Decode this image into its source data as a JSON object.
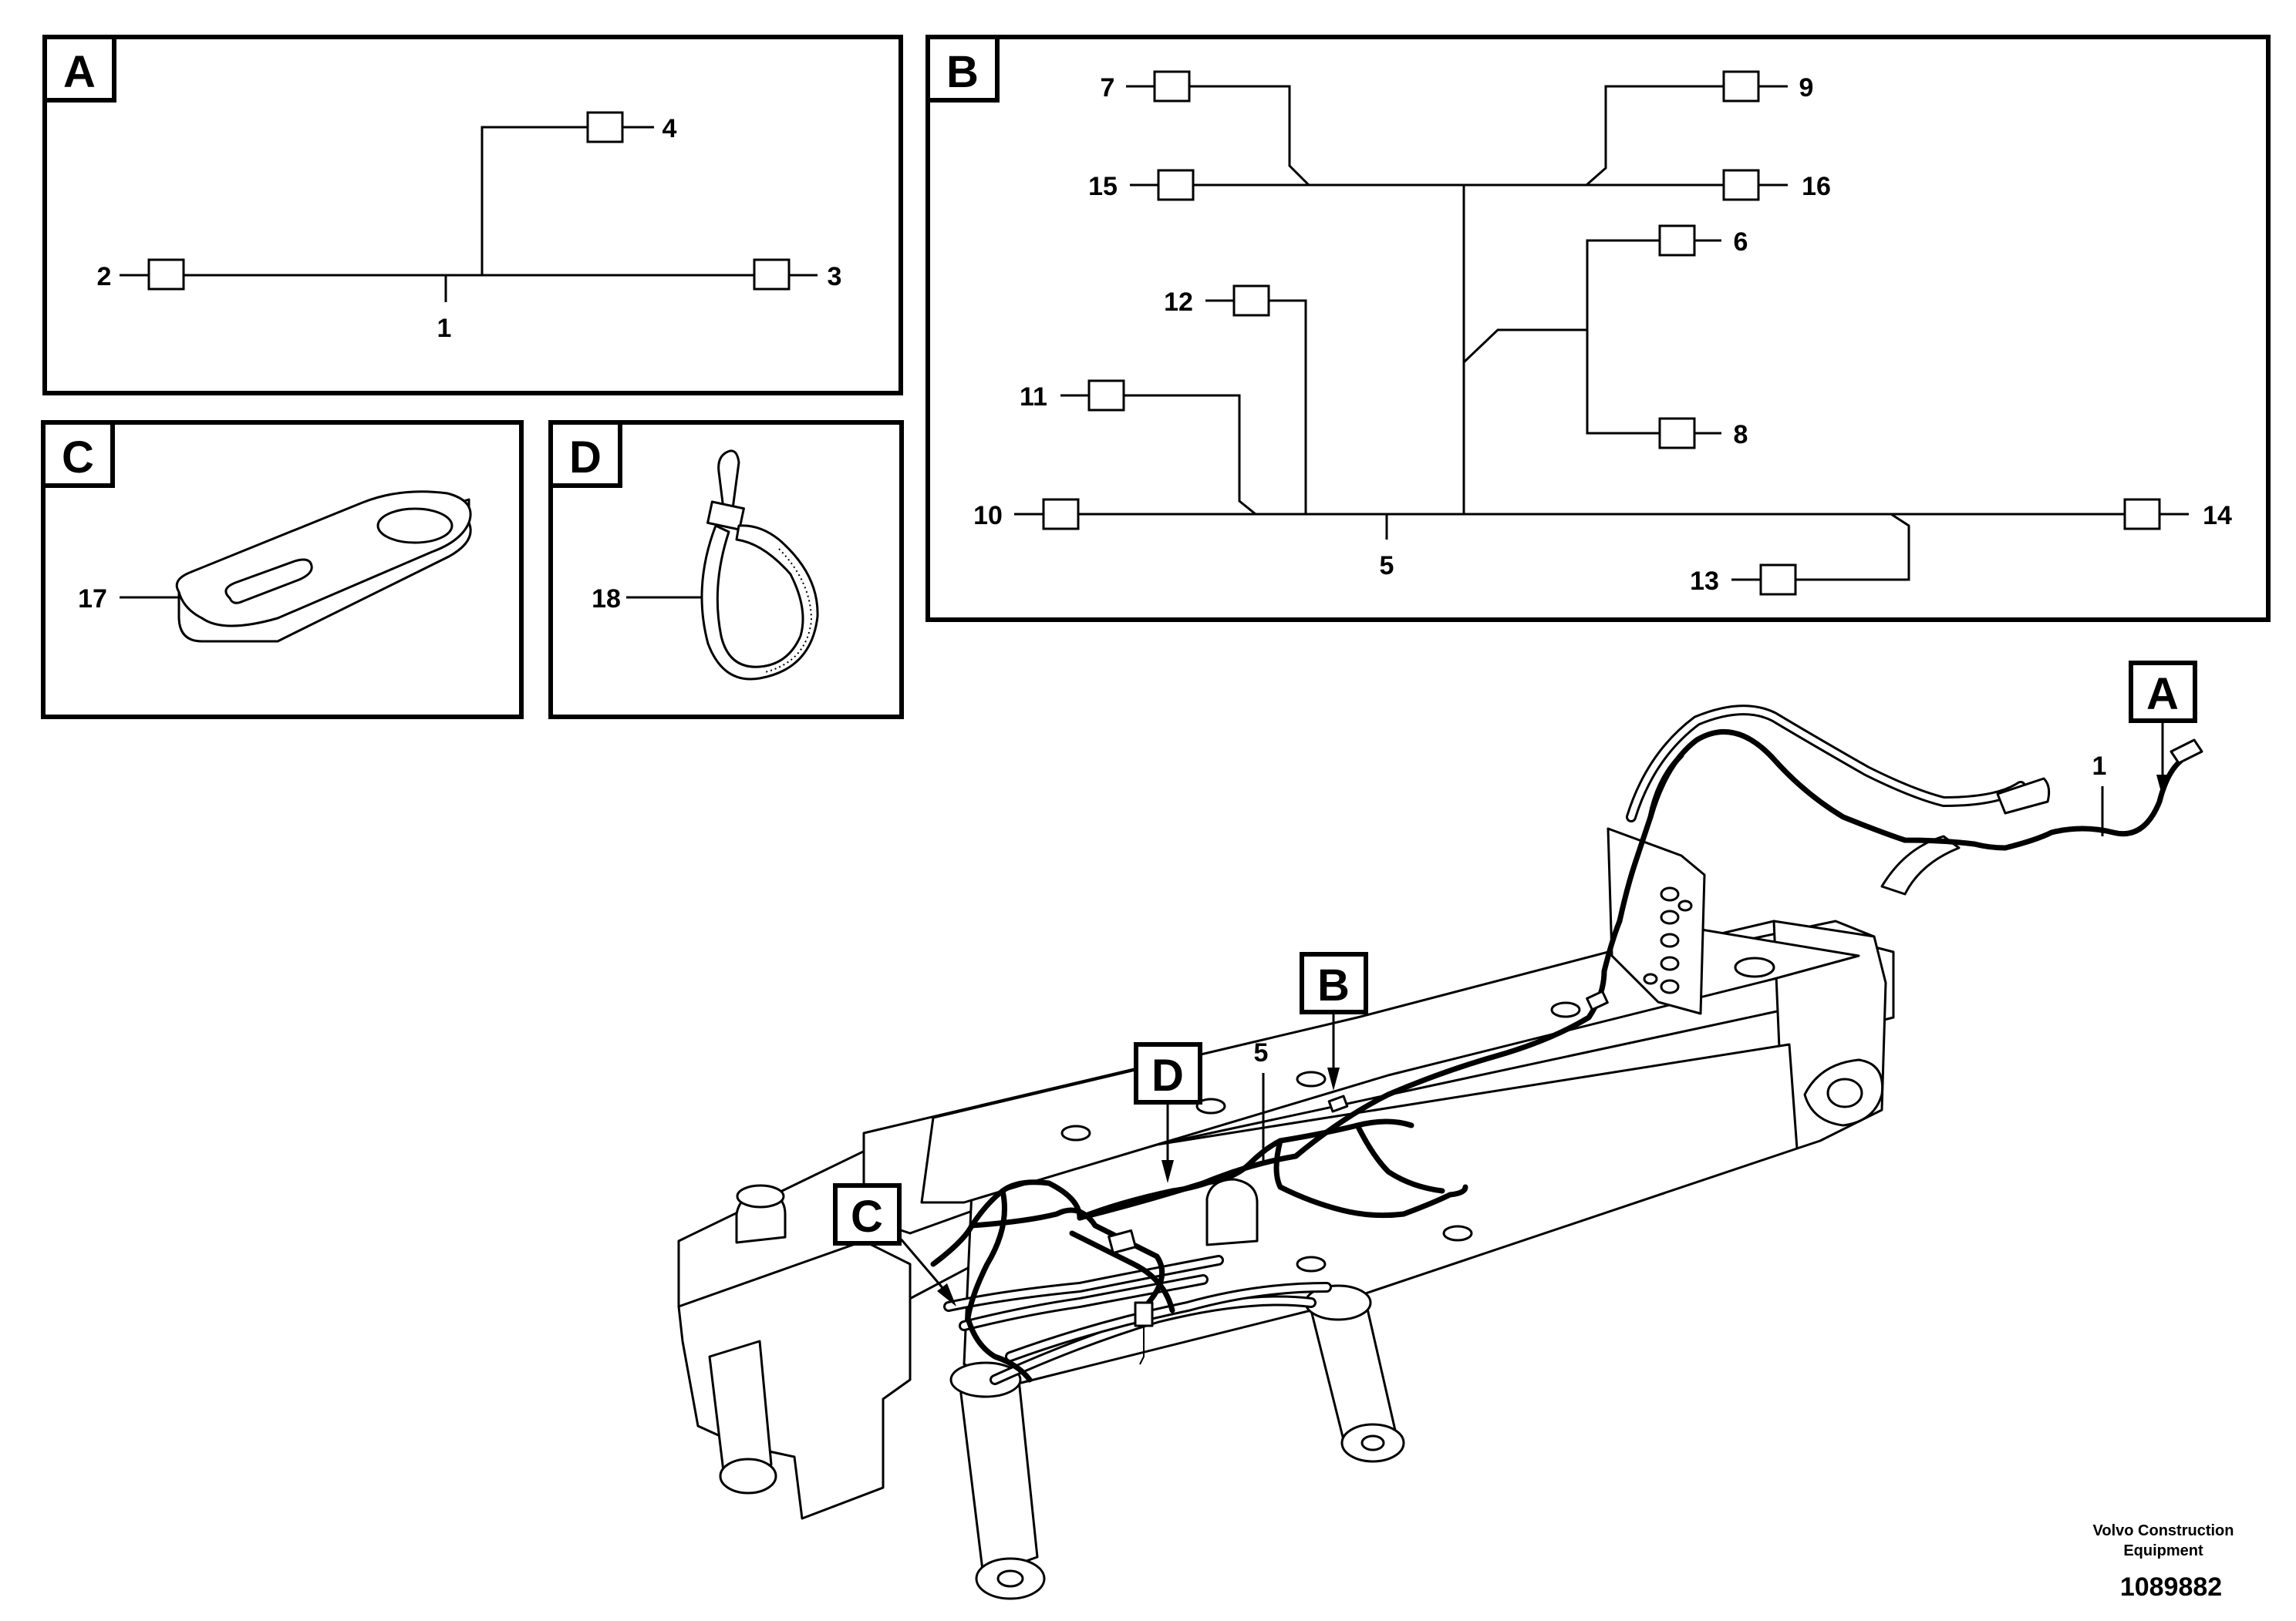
{
  "panels": {
    "A": {
      "tag": "A",
      "callouts": {
        "c1": "1",
        "c2": "2",
        "c3": "3",
        "c4": "4"
      }
    },
    "B": {
      "tag": "B",
      "callouts": {
        "c5": "5",
        "c6": "6",
        "c7": "7",
        "c8": "8",
        "c9": "9",
        "c10": "10",
        "c11": "11",
        "c12": "12",
        "c13": "13",
        "c14": "14",
        "c15": "15",
        "c16": "16"
      }
    },
    "C": {
      "tag": "C",
      "callouts": {
        "c17": "17"
      }
    },
    "D": {
      "tag": "D",
      "callouts": {
        "c18": "18"
      }
    }
  },
  "main_view": {
    "tags": {
      "A": "A",
      "B": "B",
      "C": "C",
      "D": "D"
    },
    "callouts": {
      "c1": "1",
      "c5": "5"
    }
  },
  "footer": {
    "company_line1": "Volvo Construction",
    "company_line2": "Equipment",
    "doc_number": "1089882"
  }
}
